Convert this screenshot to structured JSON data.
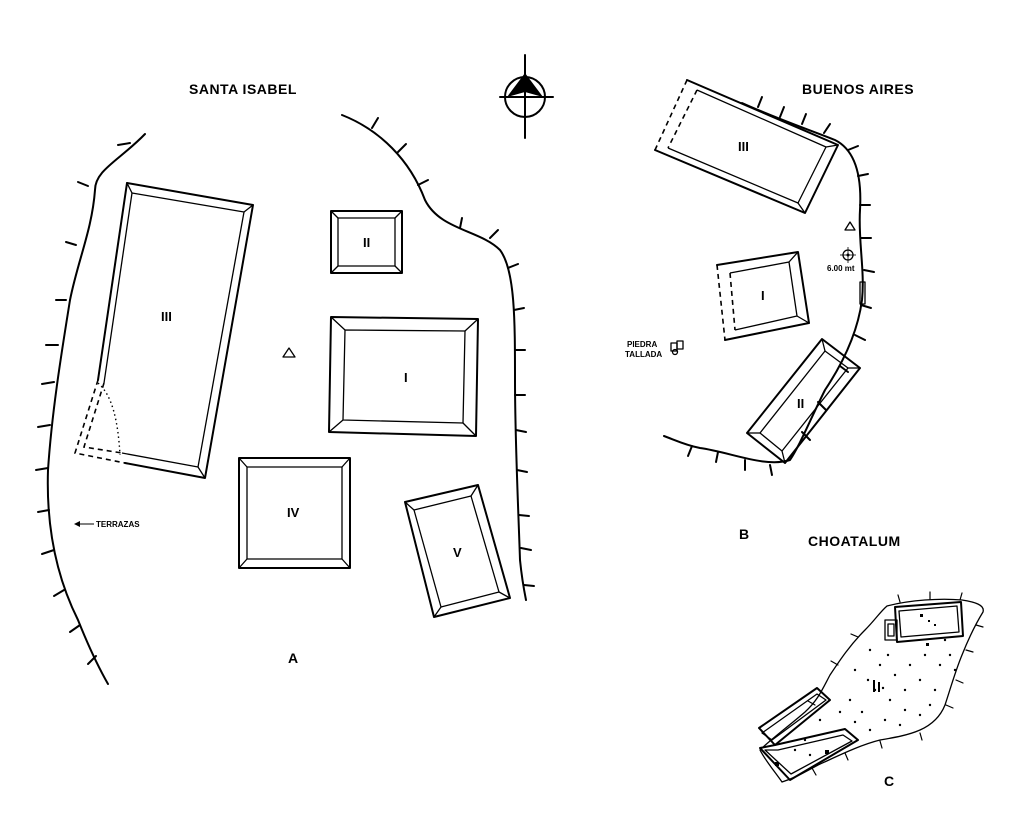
{
  "sites": {
    "santa_isabel": {
      "title": "SANTA ISABEL",
      "panel": "A",
      "structures": [
        "III",
        "II",
        "I",
        "IV",
        "V"
      ],
      "terrazas": "TERRAZAS"
    },
    "buenos_aires": {
      "title": "BUENOS AIRES",
      "panel": "B",
      "structures": [
        "III",
        "I",
        "II"
      ],
      "elevation": "6.00 mt",
      "piedra": "PIEDRA",
      "tallada": "TALLADA"
    },
    "choatalum": {
      "title": "CHOATALUM",
      "panel": "C"
    }
  },
  "icons": [
    "north-arrow-icon",
    "triangle-datum-icon",
    "benchmark-icon",
    "carved-stone-icon"
  ],
  "colors": {
    "ink": "#000000",
    "paper": "#ffffff"
  }
}
